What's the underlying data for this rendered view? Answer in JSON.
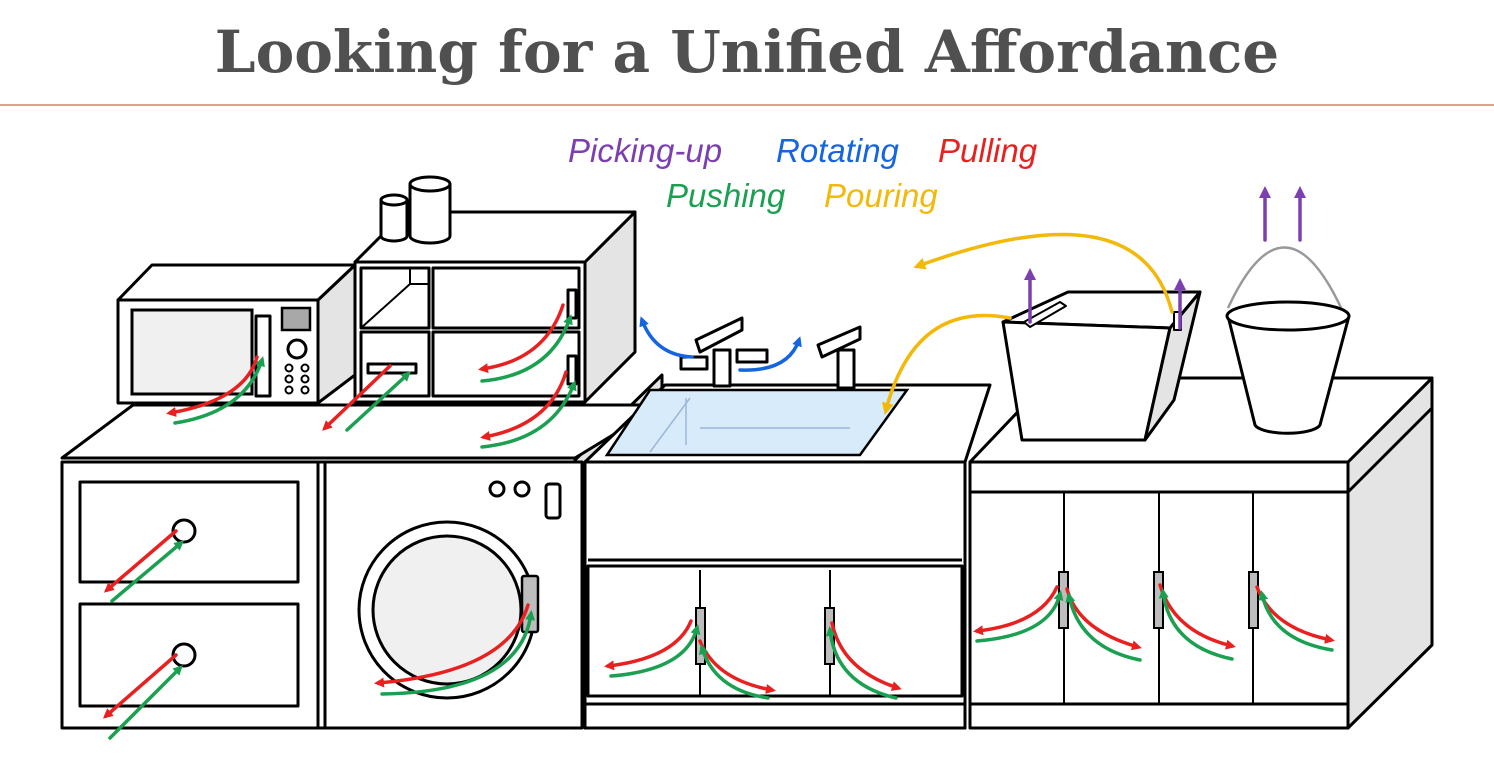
{
  "title": "Looking for a Unified Affordance",
  "legend": [
    {
      "label": "Picking-up",
      "color": "#7b3fb0"
    },
    {
      "label": "Rotating",
      "color": "#1565e0"
    },
    {
      "label": "Pulling",
      "color": "#e82020"
    },
    {
      "label": "Pushing",
      "color": "#1aa050"
    },
    {
      "label": "Pouring",
      "color": "#f2b80a"
    }
  ],
  "colors": {
    "pickup": "#7b3fb0",
    "rotate": "#1565e0",
    "pull": "#e82020",
    "push": "#1aa050",
    "pour": "#f2b80a",
    "title": "#505050",
    "rule": "#e0a090",
    "cabinet_side": "#e4e4e4",
    "sink_water": "#d8ebfa"
  }
}
